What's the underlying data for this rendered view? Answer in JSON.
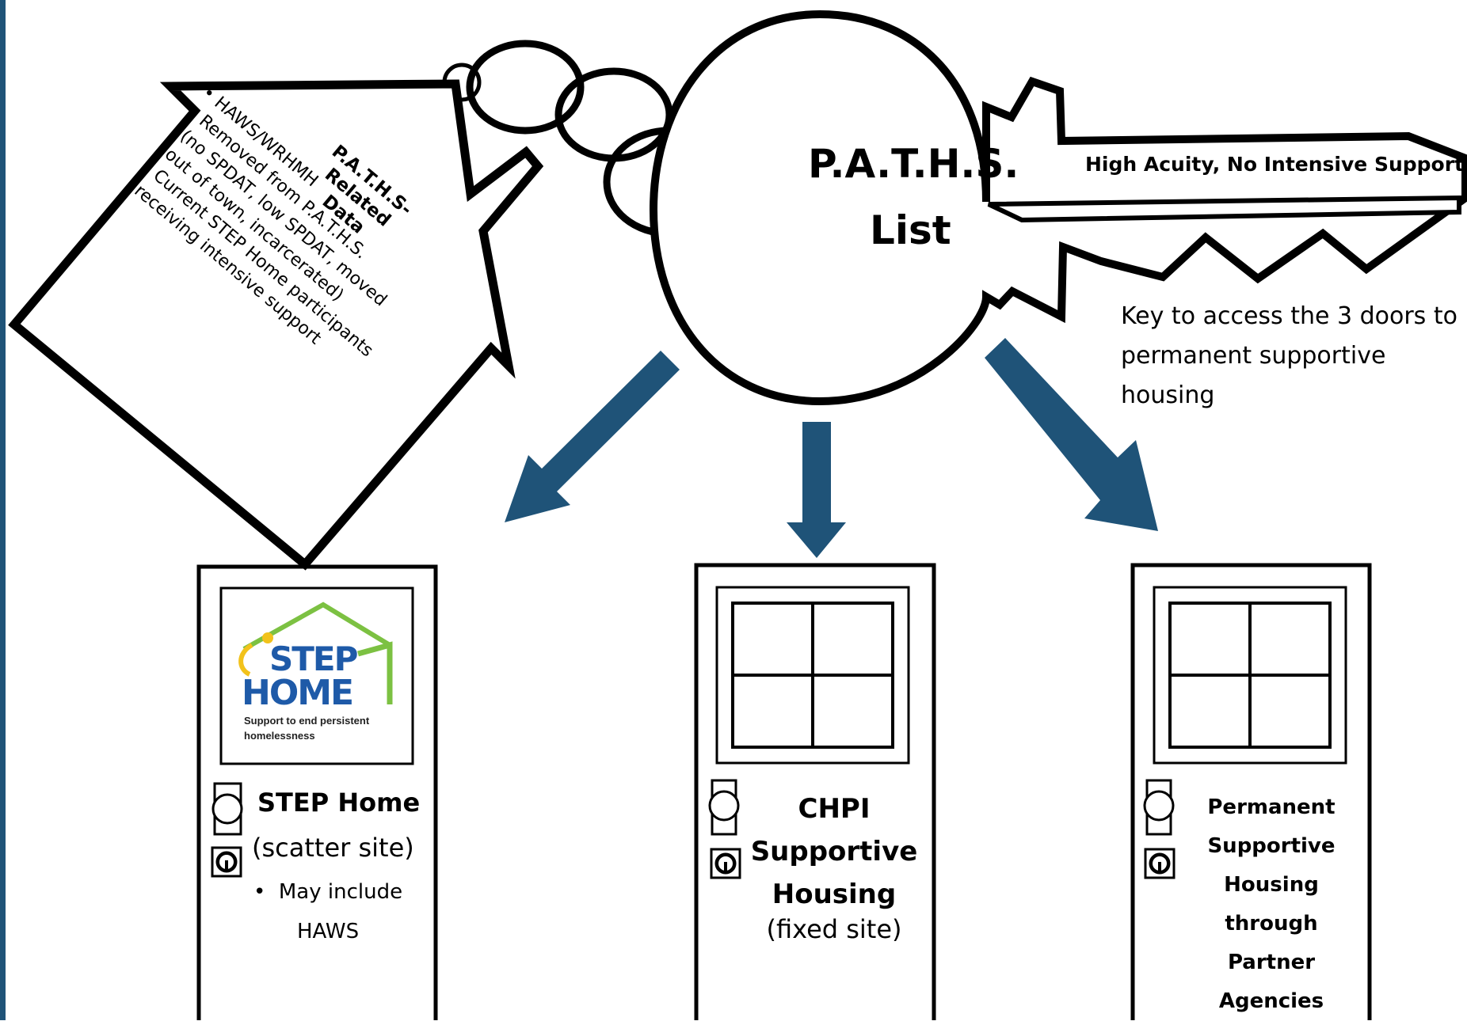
{
  "key": {
    "title_line1": "P.A.T.H.S.",
    "title_line2": "List",
    "blade_label": "High Acuity, No Intensive Support",
    "note_lines": [
      "Key to access the 3 doors to",
      "permanent supportive",
      "housing"
    ]
  },
  "house": {
    "title_line1": "P.A.T.H.S-Related",
    "title_line2": "Data",
    "bullet1": "HAWS/WRHMH",
    "bullet2_line1": "Removed from P.A.T.H.S.",
    "bullet2_line2": "(no SPDAT, low SPDAT,  moved",
    "bullet2_line3": "out of town, incarcerated)",
    "bullet3_line1": "Current STEP Home participants",
    "bullet3_line2": "receiving intensive support"
  },
  "doors": [
    {
      "title": "STEP Home",
      "subtitle": "(scatter site)",
      "bullet_line1": "May include",
      "bullet_line2": "HAWS",
      "logo": {
        "word1": "STEP",
        "word2": "HOME",
        "tagline_line1": "Support to end persistent",
        "tagline_line2": "homelessness",
        "blue": "#1e5aa8",
        "green": "#7cc142",
        "yellow": "#f2c21b"
      }
    },
    {
      "title_line1": "CHPI",
      "title_line2": "Supportive",
      "title_line3": "Housing",
      "subtitle": "(fixed site)"
    },
    {
      "lines": [
        "Permanent",
        "Supportive",
        "Housing",
        "through",
        "Partner",
        "Agencies"
      ]
    }
  ],
  "colors": {
    "arrow": "#1f5378",
    "frame_bar": "#1f5378"
  }
}
